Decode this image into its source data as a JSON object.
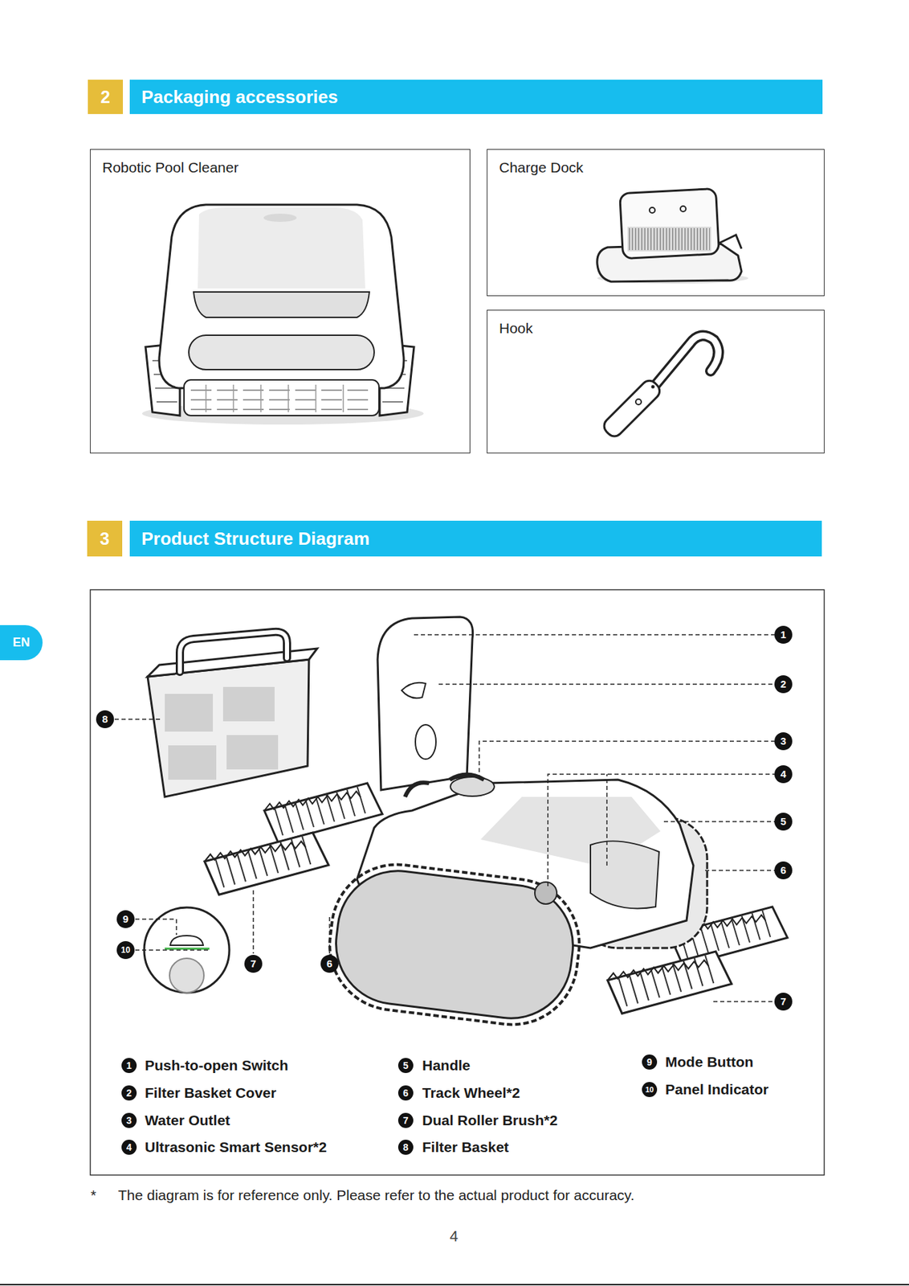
{
  "diagram": {
    "nodes": [
      {
        "text": [
          "2"
        ]
      },
      {
        "text": [
          "Packaging accessories"
        ]
      },
      {
        "text": [
          "Robotic Pool Cleaner"
        ]
      },
      {
        "text": [
          "Charge Dock"
        ]
      },
      {
        "text": [
          "Hook"
        ]
      },
      {
        "text": [
          "3"
        ]
      },
      {
        "text": [
          "Product Structure Diagram"
        ]
      },
      {
        "text": [
          "EN"
        ]
      }
    ],
    "labels": [
      "1",
      "2",
      "8",
      "3",
      "4",
      "5",
      "6",
      "9",
      "10",
      "7",
      "6",
      "7",
      "1",
      "Push-to-open Switch",
      "5",
      "Handle",
      "9",
      "Mode Button",
      "2",
      "Filter Basket Cover",
      "6",
      "Track Wheel*2",
      "10",
      "Panel Indicator",
      "3",
      "Water Outlet",
      "7",
      "Dual Roller Brush*2",
      "4",
      "Ultrasonic Smart Sensor*2",
      "8",
      "Filter Basket",
      "*",
      "The diagram is for reference only. Please refer to the actual product for accuracy.",
      "4"
    ]
  }
}
